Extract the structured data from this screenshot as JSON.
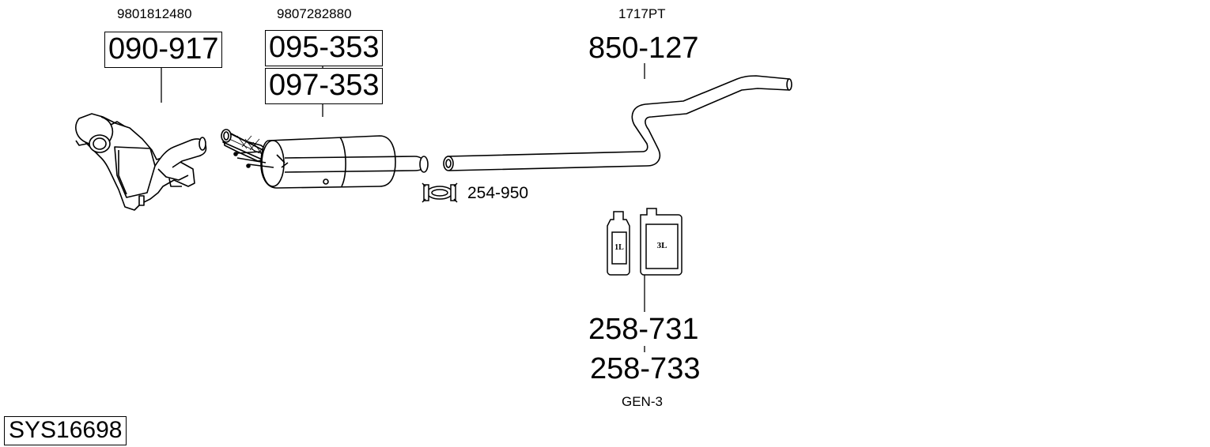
{
  "system_code": "SYS16698",
  "parts": [
    {
      "oem": "9801812480",
      "numbers": [
        "090-917"
      ],
      "component": "catalytic converter"
    },
    {
      "oem": "9807282880",
      "numbers": [
        "095-353",
        "097-353"
      ],
      "component": "particulate filter"
    },
    {
      "oem": "1717PT",
      "numbers": [
        "850-127"
      ],
      "component": "rear pipe"
    },
    {
      "numbers": [
        "254-950"
      ],
      "component": "clamp"
    },
    {
      "numbers": [
        "258-731",
        "258-733"
      ],
      "sub": "GEN-3",
      "component": "additive fluid",
      "container_labels": [
        "1L",
        "3L"
      ]
    }
  ]
}
